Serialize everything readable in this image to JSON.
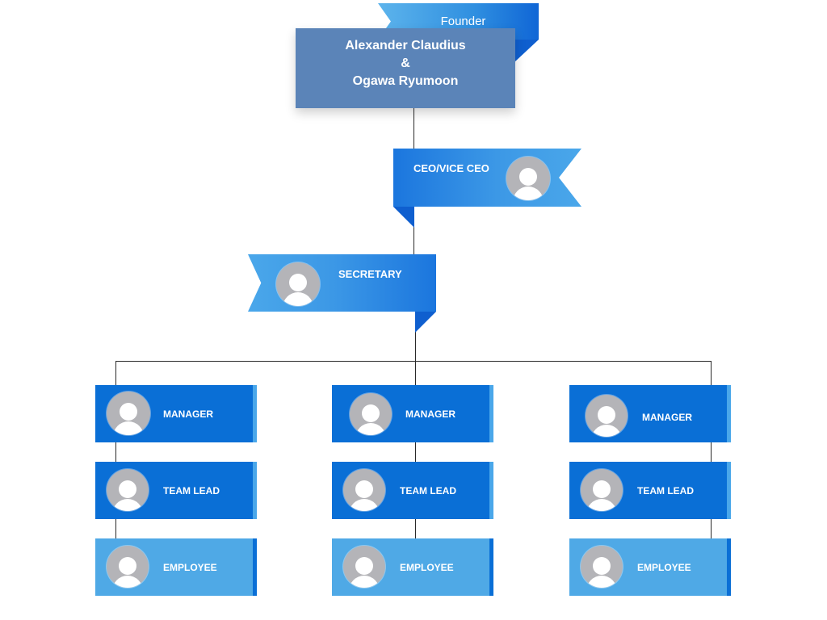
{
  "founder": {
    "tag": "Founder",
    "line1": "Alexander Claudius",
    "line2": "&",
    "line3": "Ogawa Ryumoon"
  },
  "ceo": {
    "label": "CEO/VICE CEO"
  },
  "secretary": {
    "label": "SECRETARY"
  },
  "columns": [
    {
      "manager": "MANAGER",
      "team_lead": "TEAM LEAD",
      "employee": "EMPLOYEE"
    },
    {
      "manager": "MANAGER",
      "team_lead": "TEAM LEAD",
      "employee": "EMPLOYEE"
    },
    {
      "manager": "MANAGER",
      "team_lead": "TEAM LEAD",
      "employee": "EMPLOYEE"
    }
  ],
  "colors": {
    "founder_box": "#5b84b8",
    "ribbon_blue": "#1b76de",
    "card_dark": "#0a6fd6",
    "card_light": "#4fa9e6",
    "avatar_gray": "#b4b4b8"
  },
  "icons": {
    "avatar": "user-avatar-icon"
  }
}
